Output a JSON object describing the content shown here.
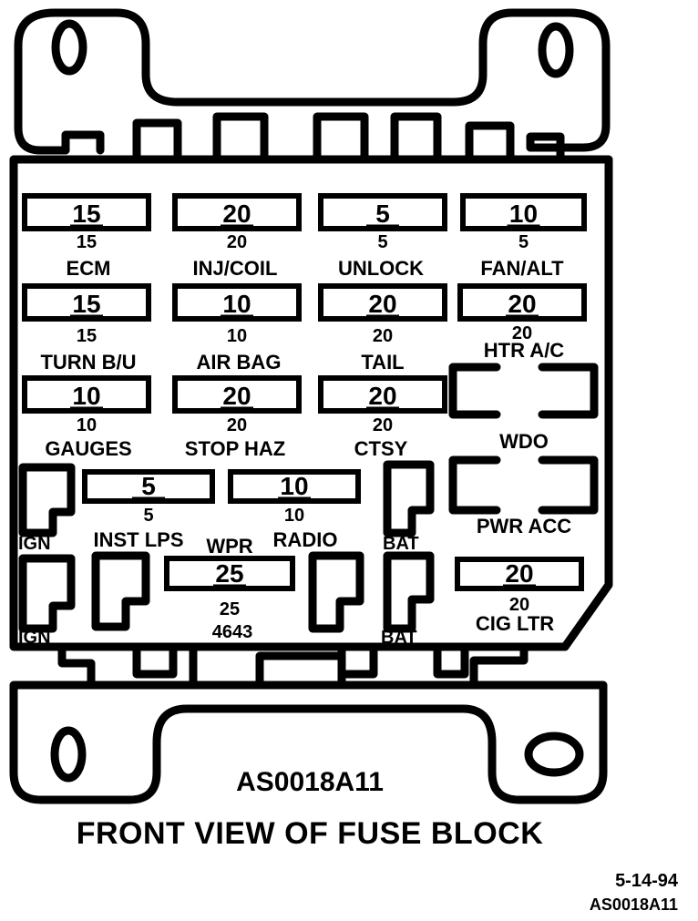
{
  "block_code": "AS0018A11",
  "caption": "FRONT VIEW OF FUSE BLOCK",
  "date": "5-14-94",
  "ref_code": "AS0018A11",
  "connector_code": "4643",
  "fuses": [
    {
      "rating": "15",
      "value": "15",
      "label": "ECM"
    },
    {
      "rating": "20",
      "value": "20",
      "label": "INJ/COIL"
    },
    {
      "rating": "5",
      "value": "5",
      "label": "UNLOCK"
    },
    {
      "rating": "10",
      "value": "5",
      "label": "FAN/ALT"
    },
    {
      "rating": "15",
      "value": "15",
      "label": "TURN B/U"
    },
    {
      "rating": "10",
      "value": "10",
      "label": "AIR BAG"
    },
    {
      "rating": "20",
      "value": "20",
      "label": "TAIL"
    },
    {
      "rating": "20",
      "value": "20",
      "label": "HTR A/C"
    },
    {
      "rating": "10",
      "value": "10",
      "label": "GAUGES"
    },
    {
      "rating": "20",
      "value": "20",
      "label": "STOP HAZ"
    },
    {
      "rating": "20",
      "value": "20",
      "label": "CTSY"
    },
    {
      "rating": "5",
      "value": "5",
      "label": "INST LPS"
    },
    {
      "rating": "10",
      "value": "10",
      "label": "RADIO"
    },
    {
      "rating": "25",
      "value": "25",
      "label": "WPR"
    },
    {
      "rating": "20",
      "value": "20",
      "label": "CIG LTR"
    }
  ],
  "breakers": [
    {
      "label": "WDO"
    },
    {
      "label": "PWR ACC"
    }
  ],
  "relays": [
    {
      "label": "IGN"
    },
    {
      "label": "BAT"
    },
    {
      "label": "IGN"
    },
    {
      "label": "BAT"
    }
  ]
}
